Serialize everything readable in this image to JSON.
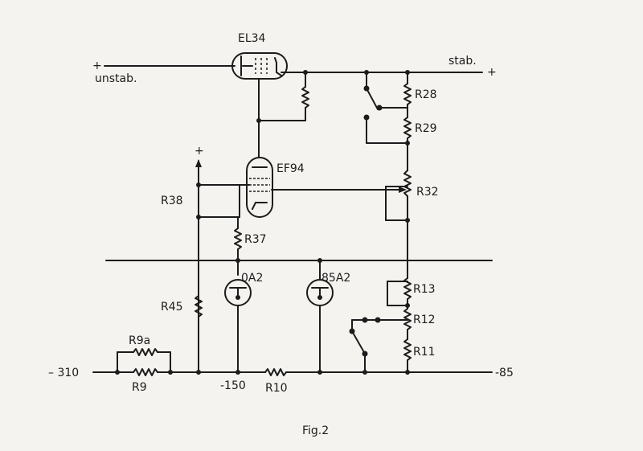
{
  "labels": {
    "el34": "EL34",
    "unstab": "unstab.",
    "unstab_plus": "+",
    "stab": "stab.",
    "stab_plus": "+",
    "ef94": "EF94",
    "r28": "R28",
    "r29": "R29",
    "r32": "R32",
    "r38": "R38",
    "r38_plus": "+",
    "r37": "R37",
    "r45": "R45",
    "oa2": "0A2",
    "a85a2": "85A2",
    "r13": "R13",
    "r12": "R12",
    "r11": "R11",
    "r9a": "R9a",
    "r9": "R9",
    "r10": "R10",
    "v310": "– 310",
    "v150": "-150",
    "v85": "-85",
    "fig": "Fig.2"
  },
  "colors": {
    "ink": "#1c1c1c",
    "paper": "#f4f3ef"
  }
}
